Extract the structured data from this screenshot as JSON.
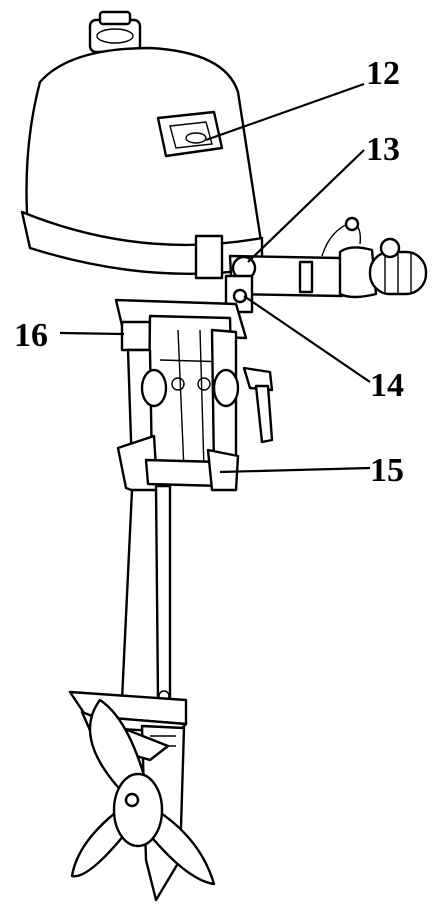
{
  "callouts": [
    {
      "id": "12",
      "label": "12"
    },
    {
      "id": "13",
      "label": "13"
    },
    {
      "id": "14",
      "label": "14"
    },
    {
      "id": "15",
      "label": "15"
    },
    {
      "id": "16",
      "label": "16"
    }
  ],
  "colors": {
    "ink": "#000000",
    "paper": "#ffffff"
  }
}
